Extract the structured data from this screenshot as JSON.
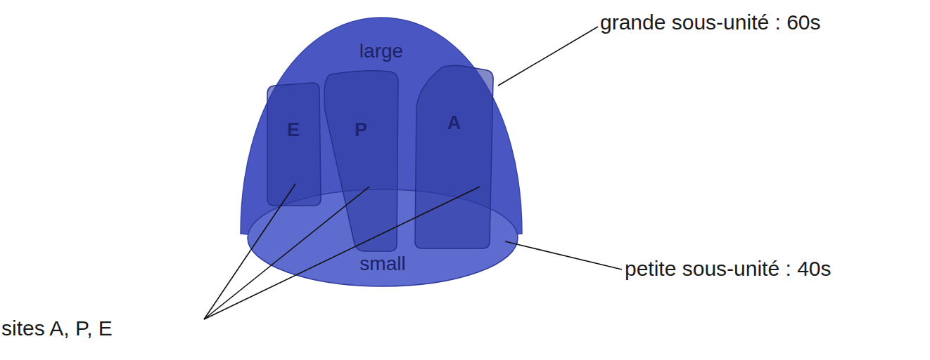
{
  "diagram": {
    "nodes": [
      {
        "text": [
          "large"
        ]
      },
      {
        "text": [
          "E"
        ]
      },
      {
        "text": [
          "P"
        ]
      },
      {
        "text": [
          "A"
        ]
      },
      {
        "text": [
          "small"
        ]
      }
    ],
    "labels": [
      "grande sous-unité : 60s",
      "petite sous-unité : 40s",
      "sites A, P, E"
    ]
  }
}
